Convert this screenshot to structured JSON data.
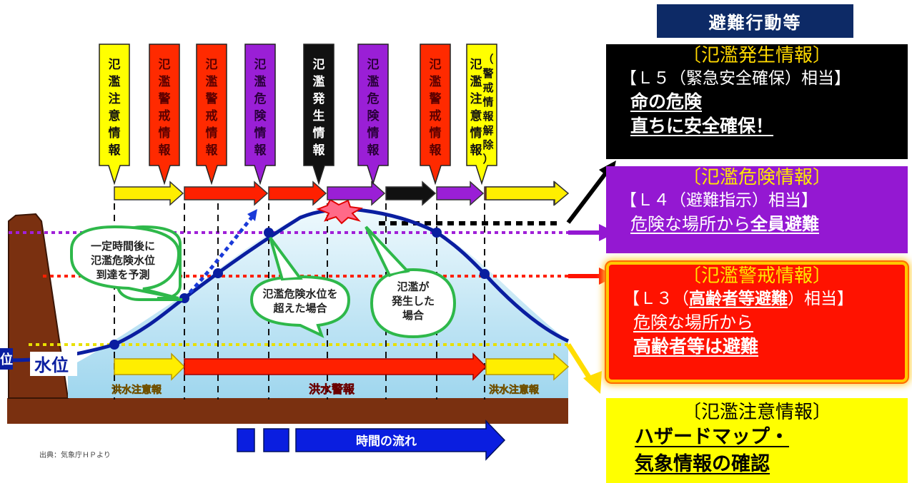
{
  "signs": [
    {
      "text": "氾濫注意情報",
      "color": "#ffff00",
      "textColor": "#111111"
    },
    {
      "text": "氾濫警戒情報",
      "color": "#ff2a00",
      "textColor": "#5a0000"
    },
    {
      "text": "氾濫警戒情報",
      "color": "#ff2a00",
      "textColor": "#5a0000"
    },
    {
      "text": "氾濫危険情報",
      "color": "#9a1fd6",
      "textColor": "#2a003a"
    },
    {
      "text": "氾濫発生情報",
      "color": "#111111",
      "textColor": "#ffffff"
    },
    {
      "text": "氾濫危険情報",
      "color": "#9a1fd6",
      "textColor": "#2a003a"
    },
    {
      "text": "氾濫警戒情報",
      "color": "#ff2a00",
      "textColor": "#5a0000"
    },
    {
      "text": "氾濫注意情報",
      "text2": "（警戒情報解除）",
      "color": "#ffff00",
      "textColor": "#111111"
    }
  ],
  "bubbles": {
    "predict": "一定時間後に\n氾濫危険水位\n到達を予測",
    "exceed": "氾濫危険水位を\n超えた場合",
    "occur": "氾濫が\n発生した\n場合"
  },
  "water_label": "水位",
  "water_label_left": "位",
  "bottom_labels": {
    "caution": "洪水注意報",
    "warning": "洪水警報",
    "caution_end": "洪水注意報"
  },
  "time_label": "時間の流れ",
  "source": "出典：気象庁ＨＰより",
  "panel_header": "避難行動等",
  "actions": {
    "l5": {
      "title": "〔氾濫発生情報〕",
      "sub": "【Ｌ５（緊急安全確保）相当】",
      "line1": "命の危険",
      "line2": "直ちに安全確保！"
    },
    "l4": {
      "title": "〔氾濫危険情報〕",
      "sub": "【Ｌ４（避難指示）相当】",
      "line1a": "危険な場所から",
      "line1b": "全員避難"
    },
    "l3": {
      "title": "〔氾濫警戒情報〕",
      "sub_pre": "【Ｌ３（",
      "sub_mid": "高齢者等避難",
      "sub_post": "）相当】",
      "line1": "危険な場所から",
      "line2": "高齢者等は避難"
    },
    "l2": {
      "title": "〔氾濫注意情報〕",
      "line1": "ハザードマップ・",
      "line2": "気象情報の確認"
    }
  },
  "colors": {
    "navy": "#0d2a66",
    "yellow": "#ffff00",
    "red": "#ff1200",
    "purple": "#9418d2",
    "black": "#000000",
    "water": "#bfe6f5",
    "river_bank": "#7a3010",
    "curve": "#0a1ea0"
  }
}
